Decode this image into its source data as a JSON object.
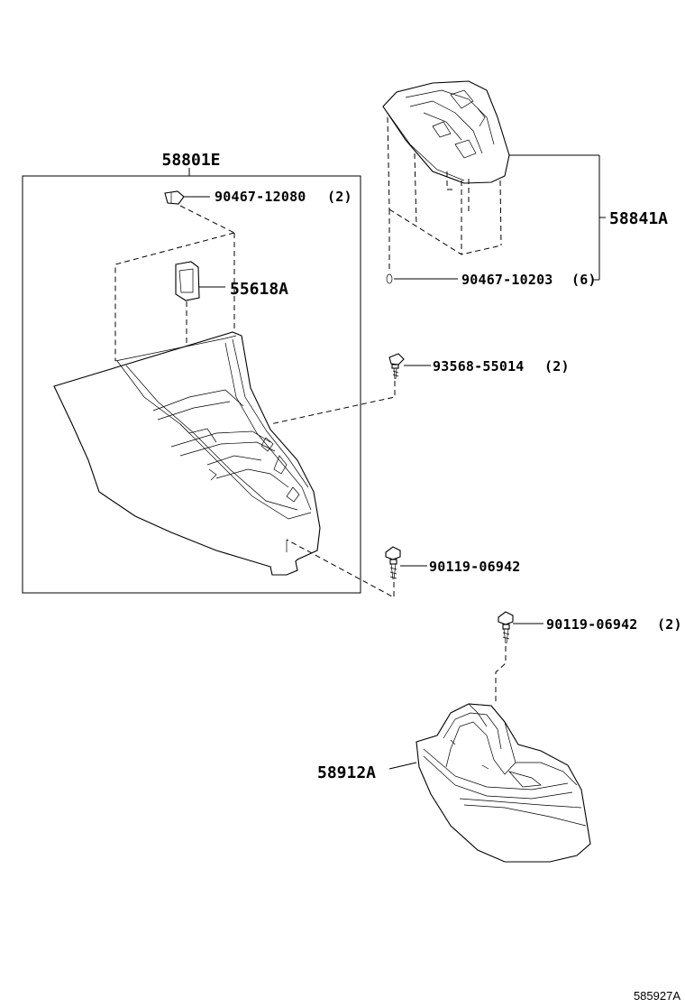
{
  "diagram": {
    "reference_code": "585927A",
    "labels": {
      "console_assembly": "58801E",
      "lever_cover": "58841A",
      "cover_clip": "90467-10203",
      "cover_clip_qty": "(6)",
      "upper_clip": "90467-12080",
      "upper_clip_qty": "(2)",
      "bracket": "55618A",
      "screw_upper": "93568-55014",
      "screw_upper_qty": "(2)",
      "bolt_console": "90119-06942",
      "bolt_lower": "90119-06942",
      "bolt_lower_qty": "(2)",
      "rear_console": "58912A"
    }
  }
}
